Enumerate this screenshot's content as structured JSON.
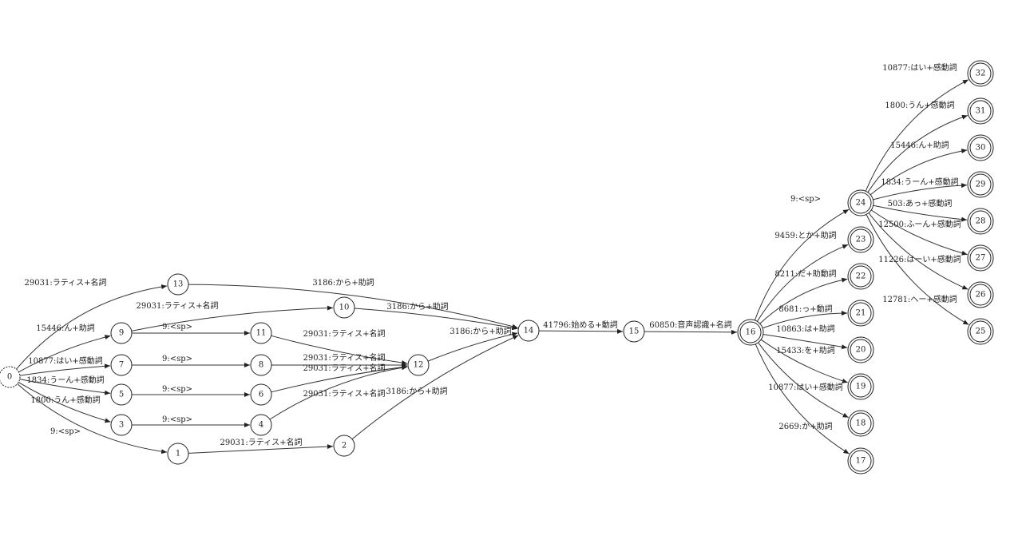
{
  "graph": {
    "start_node": "0",
    "final_nodes": [
      "16",
      "17",
      "18",
      "19",
      "20",
      "21",
      "22",
      "23",
      "24",
      "25",
      "26",
      "27",
      "28",
      "29",
      "30",
      "31",
      "32"
    ],
    "nodes": [
      "0",
      "1",
      "2",
      "3",
      "4",
      "5",
      "6",
      "7",
      "8",
      "9",
      "10",
      "11",
      "12",
      "13",
      "14",
      "15",
      "16",
      "17",
      "18",
      "19",
      "20",
      "21",
      "22",
      "23",
      "24",
      "25",
      "26",
      "27",
      "28",
      "29",
      "30",
      "31",
      "32"
    ],
    "edges": [
      {
        "from": "0",
        "to": "13",
        "label": "29031:ラティス+名詞"
      },
      {
        "from": "0",
        "to": "9",
        "label": "15446:ん+助詞"
      },
      {
        "from": "0",
        "to": "7",
        "label": "10877:はい+感動詞"
      },
      {
        "from": "0",
        "to": "5",
        "label": "1834:うーん+感動詞"
      },
      {
        "from": "0",
        "to": "3",
        "label": "1800:うん+感動詞"
      },
      {
        "from": "0",
        "to": "1",
        "label": "9:<sp>"
      },
      {
        "from": "13",
        "to": "14",
        "label": "3186:から+助詞"
      },
      {
        "from": "9",
        "to": "10",
        "label": "29031:ラティス+名詞"
      },
      {
        "from": "9",
        "to": "11",
        "label": "9:<sp>"
      },
      {
        "from": "10",
        "to": "14",
        "label": "3186:から+助詞"
      },
      {
        "from": "11",
        "to": "12",
        "label": "29031:ラティス+名詞"
      },
      {
        "from": "7",
        "to": "8",
        "label": "9:<sp>"
      },
      {
        "from": "8",
        "to": "12",
        "label": "29031:ラティス+名詞"
      },
      {
        "from": "5",
        "to": "6",
        "label": "9:<sp>"
      },
      {
        "from": "6",
        "to": "12",
        "label": "29031:ラティス+名詞"
      },
      {
        "from": "3",
        "to": "4",
        "label": "9:<sp>"
      },
      {
        "from": "4",
        "to": "12",
        "label": "29031:ラティス+名詞"
      },
      {
        "from": "12",
        "to": "14",
        "label": "3186:から+助詞"
      },
      {
        "from": "1",
        "to": "2",
        "label": "29031:ラティス+名詞"
      },
      {
        "from": "2",
        "to": "14",
        "label": "3186:から+助詞"
      },
      {
        "from": "14",
        "to": "15",
        "label": "41796:始める+動詞"
      },
      {
        "from": "15",
        "to": "16",
        "label": "60850:音声認識+名詞"
      },
      {
        "from": "16",
        "to": "24",
        "label": "9:<sp>"
      },
      {
        "from": "16",
        "to": "23",
        "label": "9459:とか+助詞"
      },
      {
        "from": "16",
        "to": "22",
        "label": "8211:だ+助動詞"
      },
      {
        "from": "16",
        "to": "21",
        "label": "8681:っ+動詞"
      },
      {
        "from": "16",
        "to": "20",
        "label": "10863:は+助詞"
      },
      {
        "from": "16",
        "to": "19",
        "label": "15433:を+助詞"
      },
      {
        "from": "16",
        "to": "18",
        "label": "10877:はい+感動詞"
      },
      {
        "from": "16",
        "to": "17",
        "label": "2669:か+助詞"
      },
      {
        "from": "24",
        "to": "32",
        "label": "10877:はい+感動詞"
      },
      {
        "from": "24",
        "to": "31",
        "label": "1800:うん+感動詞"
      },
      {
        "from": "24",
        "to": "30",
        "label": "15446:ん+助詞"
      },
      {
        "from": "24",
        "to": "29",
        "label": "1834:うーん+感動詞"
      },
      {
        "from": "24",
        "to": "28",
        "label": "503:あっ+感動詞"
      },
      {
        "from": "24",
        "to": "27",
        "label": "12500:ふーん+感動詞"
      },
      {
        "from": "24",
        "to": "26",
        "label": "11226:はーい+感動詞"
      },
      {
        "from": "24",
        "to": "25",
        "label": "12781:へー+感動詞"
      }
    ]
  }
}
